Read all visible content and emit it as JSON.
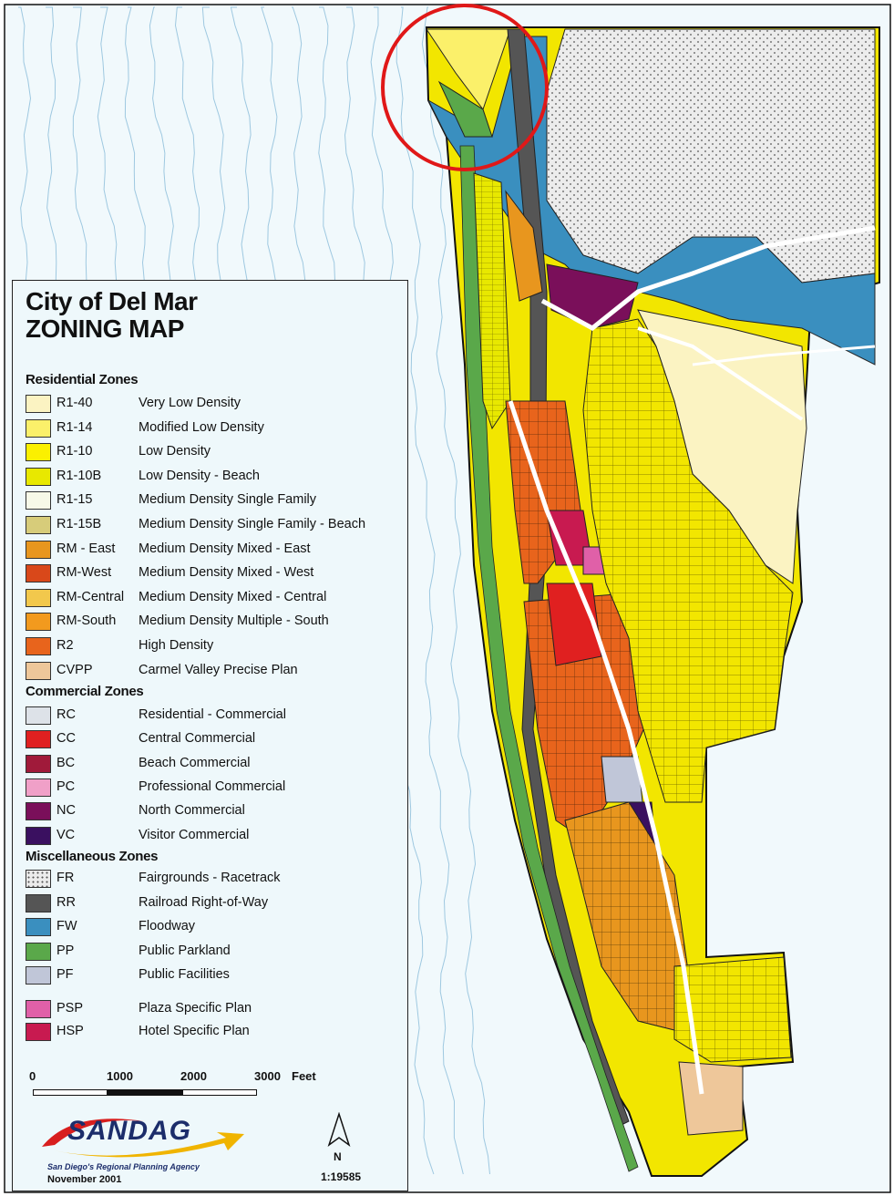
{
  "title_line1": "City of Del Mar",
  "title_line2": "ZONING MAP",
  "sections": {
    "residential": "Residential Zones",
    "commercial": "Commercial Zones",
    "misc": "Miscellaneous Zones"
  },
  "residential_zones": [
    {
      "code": "R1-40",
      "desc": "Very Low Density",
      "color": "#fbf3c2"
    },
    {
      "code": "R1-14",
      "desc": "Modified Low Density",
      "color": "#fbf06a"
    },
    {
      "code": "R1-10",
      "desc": "Low Density",
      "color": "#fbf000"
    },
    {
      "code": "R1-10B",
      "desc": "Low Density - Beach",
      "color": "#e8e800"
    },
    {
      "code": "R1-15",
      "desc": "Medium Density Single Family",
      "color": "#f7f9e8"
    },
    {
      "code": "R1-15B",
      "desc": "Medium Density Single Family - Beach",
      "color": "#d7cc7a"
    },
    {
      "code": "RM - East",
      "desc": "Medium Density Mixed - East",
      "color": "#e8961e"
    },
    {
      "code": "RM-West",
      "desc": "Medium Density Mixed - West",
      "color": "#d9481a"
    },
    {
      "code": "RM-Central",
      "desc": "Medium Density Mixed - Central",
      "color": "#f2c84c"
    },
    {
      "code": "RM-South",
      "desc": "Medium Density Multiple - South",
      "color": "#f29a1e"
    },
    {
      "code": "R2",
      "desc": "High Density",
      "color": "#e8641c"
    },
    {
      "code": "CVPP",
      "desc": "Carmel Valley Precise Plan",
      "color": "#eec79a"
    }
  ],
  "commercial_zones": [
    {
      "code": "RC",
      "desc": "Residential - Commercial",
      "color": "#dde2e8"
    },
    {
      "code": "CC",
      "desc": "Central Commercial",
      "color": "#e02020"
    },
    {
      "code": "BC",
      "desc": "Beach Commercial",
      "color": "#a01a3a"
    },
    {
      "code": "PC",
      "desc": "Professional Commercial",
      "color": "#f0a0c8"
    },
    {
      "code": "NC",
      "desc": "North Commercial",
      "color": "#7a0f5a"
    },
    {
      "code": "VC",
      "desc": "Visitor Commercial",
      "color": "#3a1060"
    }
  ],
  "misc_zones": [
    {
      "code": "FR",
      "desc": "Fairgrounds - Racetrack",
      "color": "#e6e6e6"
    },
    {
      "code": "RR",
      "desc": "Railroad Right-of-Way",
      "color": "#555555"
    },
    {
      "code": "FW",
      "desc": "Floodway",
      "color": "#3a8fbf"
    },
    {
      "code": "PP",
      "desc": "Public Parkland",
      "color": "#5aa84a"
    },
    {
      "code": "PF",
      "desc": "Public Facilities",
      "color": "#c0c6d8"
    },
    {
      "code": "PSP",
      "desc": "Plaza Specific Plan",
      "color": "#e060a8"
    },
    {
      "code": "HSP",
      "desc": "Hotel Specific Plan",
      "color": "#c81a50"
    }
  ],
  "scale_labels": [
    "0",
    "1000",
    "2000",
    "3000",
    "Feet"
  ],
  "logo_text": "SANDAG",
  "tagline": "San Diego's Regional Planning Agency",
  "date": "November 2001",
  "north_label": "N",
  "ratio": "1:19585",
  "colors": {
    "ocean_line": "#9ec8e0",
    "highlight_circle": "#e01818",
    "floodway": "#3a8fbf",
    "railroad": "#555555",
    "parkland": "#5aa84a",
    "fairgrounds": "#e6e6e6",
    "low_density": "#f2e600",
    "very_low_density": "#fbf3c2"
  }
}
